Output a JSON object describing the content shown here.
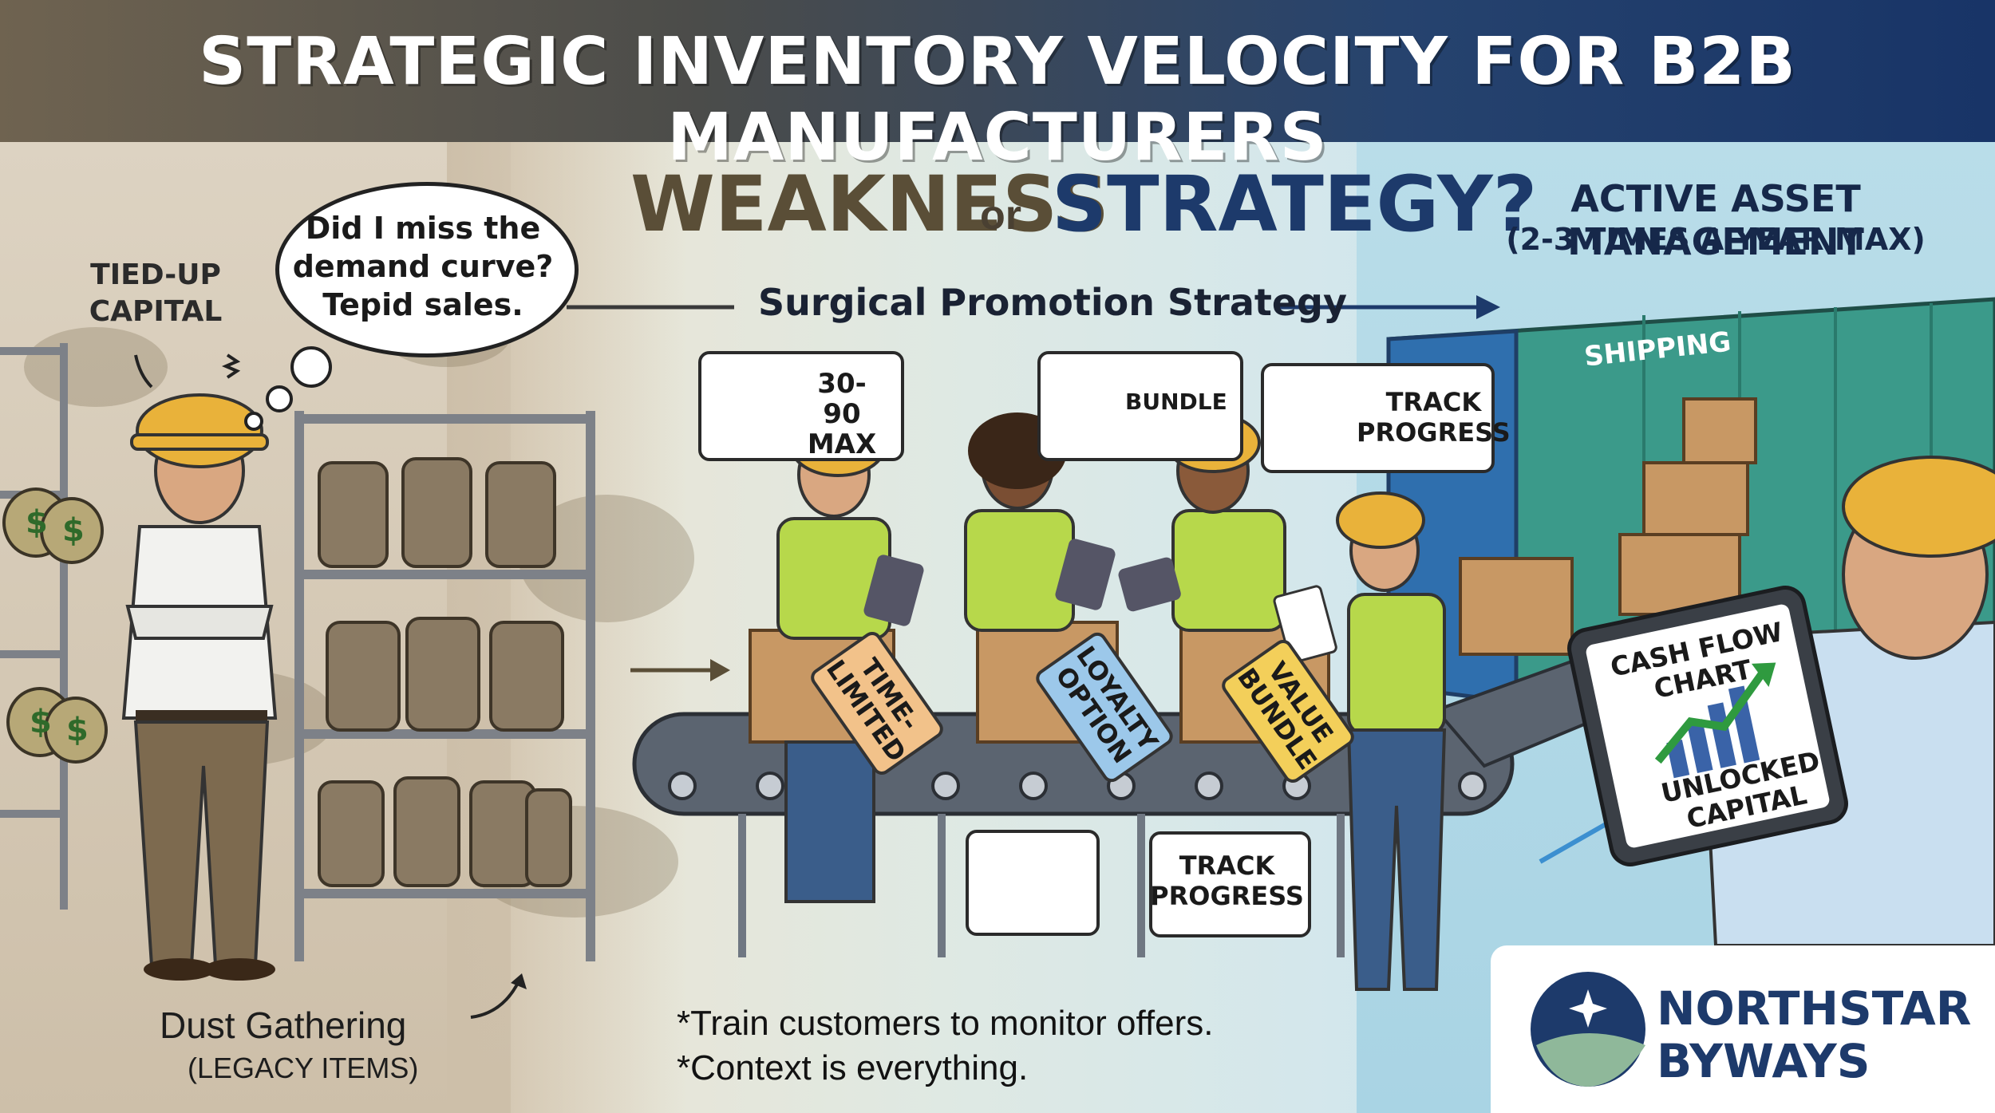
{
  "header": {
    "title": "STRATEGIC INVENTORY VELOCITY FOR B2B MANUFACTURERS"
  },
  "headline": {
    "weakness": "WEAKNESS",
    "or": "or",
    "strategy": "STRATEGY?"
  },
  "active_asset": {
    "line1": "ACTIVE ASSET MANAGEMENT",
    "line2": "(2-3 TIMES A YEAR MAX)"
  },
  "promotion": {
    "label": "Surgical Promotion Strategy"
  },
  "left_panel": {
    "tied_up": [
      "TIED-UP",
      "CAPITAL"
    ],
    "thought": [
      "Did I miss the",
      "demand curve?",
      "Tepid sales."
    ],
    "dust_label": "Dust Gathering",
    "legacy_label": "(LEGACY ITEMS)"
  },
  "bubbles": {
    "calendar": [
      "30-90",
      "MAX"
    ],
    "bundle": "BUNDLE",
    "track_top": [
      "TRACK",
      "PROGRESS"
    ],
    "track_bottom": [
      "TRACK",
      "PROGRESS"
    ]
  },
  "tags": {
    "time_limited": [
      "TIME-",
      "LIMITED"
    ],
    "loyalty": [
      "LOYALTY",
      "OPTION"
    ],
    "value_bundle": [
      "VALUE",
      "BUNDLE"
    ]
  },
  "container": {
    "label": "SHIPPING"
  },
  "tablet": {
    "top": [
      "CASH FLOW",
      "CHART"
    ],
    "bottom": [
      "UNLOCKED",
      "CAPITAL"
    ]
  },
  "notes": [
    "*Train customers to monitor offers.",
    "*Context is everything."
  ],
  "logo": {
    "line1": "NORTHSTAR",
    "line2": "BYWAYS"
  },
  "colors": {
    "navy": "#1d3a6b",
    "khaki": "#5a4e37",
    "vest": "#b7d84b",
    "hardhat": "#e9b23a",
    "green": "#2f9a3f"
  }
}
